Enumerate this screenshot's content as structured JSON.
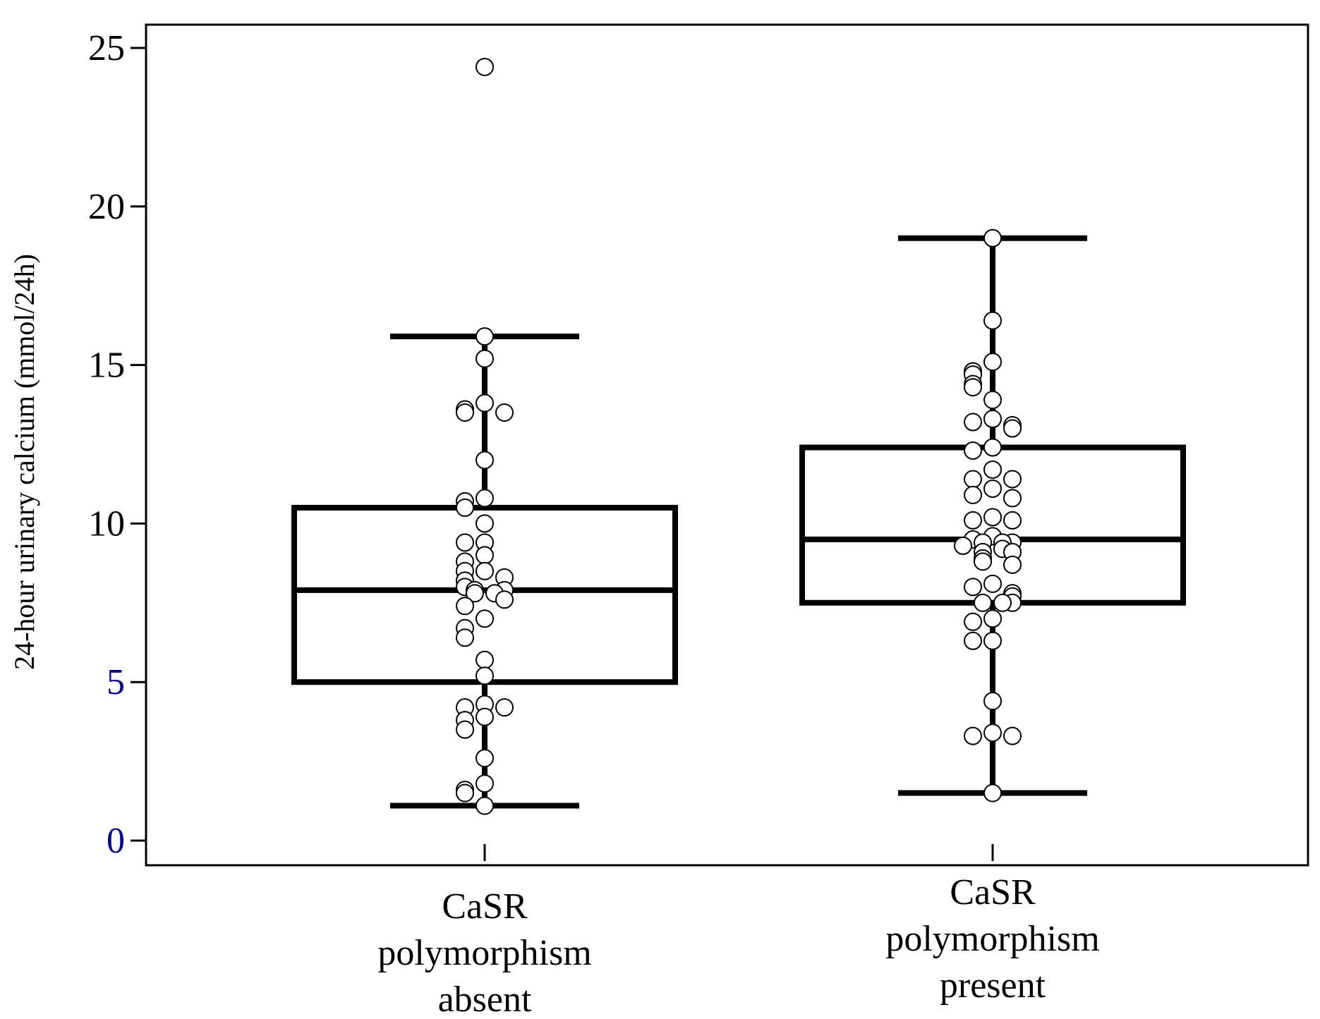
{
  "chart_data": {
    "type": "box",
    "ylabel": "24-hour urinary calcium (mmol/24h)",
    "xlabel": "",
    "ylim": [
      0,
      25
    ],
    "yticks": [
      0,
      5,
      10,
      15,
      20,
      25
    ],
    "ytick_colors": {
      "0": "#00008b",
      "5": "#00008b"
    },
    "grid": false,
    "categories": [
      [
        "CaSR",
        "polymorphism",
        "absent"
      ],
      [
        "CaSR",
        "polymorphism",
        "present"
      ]
    ],
    "boxes": [
      {
        "min": 1.1,
        "q1": 5.0,
        "median": 7.9,
        "q3": 10.5,
        "max": 15.9
      },
      {
        "min": 1.5,
        "q1": 7.5,
        "median": 9.5,
        "q3": 12.4,
        "max": 19.0
      }
    ],
    "points": [
      [
        24.4,
        15.9,
        15.2,
        13.8,
        13.6,
        13.5,
        13.5,
        12.0,
        10.8,
        10.7,
        10.5,
        10.0,
        9.4,
        9.4,
        9.0,
        8.8,
        8.5,
        8.5,
        8.3,
        8.2,
        8.0,
        7.9,
        7.9,
        7.8,
        7.8,
        7.6,
        7.4,
        7.0,
        6.7,
        6.4,
        5.7,
        5.2,
        4.3,
        4.2,
        4.2,
        3.9,
        3.8,
        3.5,
        2.6,
        1.8,
        1.6,
        1.5,
        1.1
      ],
      [
        19.0,
        16.4,
        15.1,
        14.8,
        14.7,
        14.4,
        14.3,
        13.9,
        13.3,
        13.2,
        13.1,
        13.0,
        12.4,
        12.3,
        11.7,
        11.4,
        11.4,
        11.1,
        10.9,
        10.8,
        10.2,
        10.1,
        10.1,
        9.6,
        9.5,
        9.4,
        9.4,
        9.4,
        9.3,
        9.2,
        9.1,
        9.1,
        8.9,
        8.8,
        8.7,
        8.1,
        8.0,
        7.8,
        7.7,
        7.5,
        7.5,
        7.5,
        7.0,
        6.9,
        6.3,
        6.3,
        4.4,
        3.4,
        3.3,
        3.3,
        1.5
      ]
    ]
  }
}
